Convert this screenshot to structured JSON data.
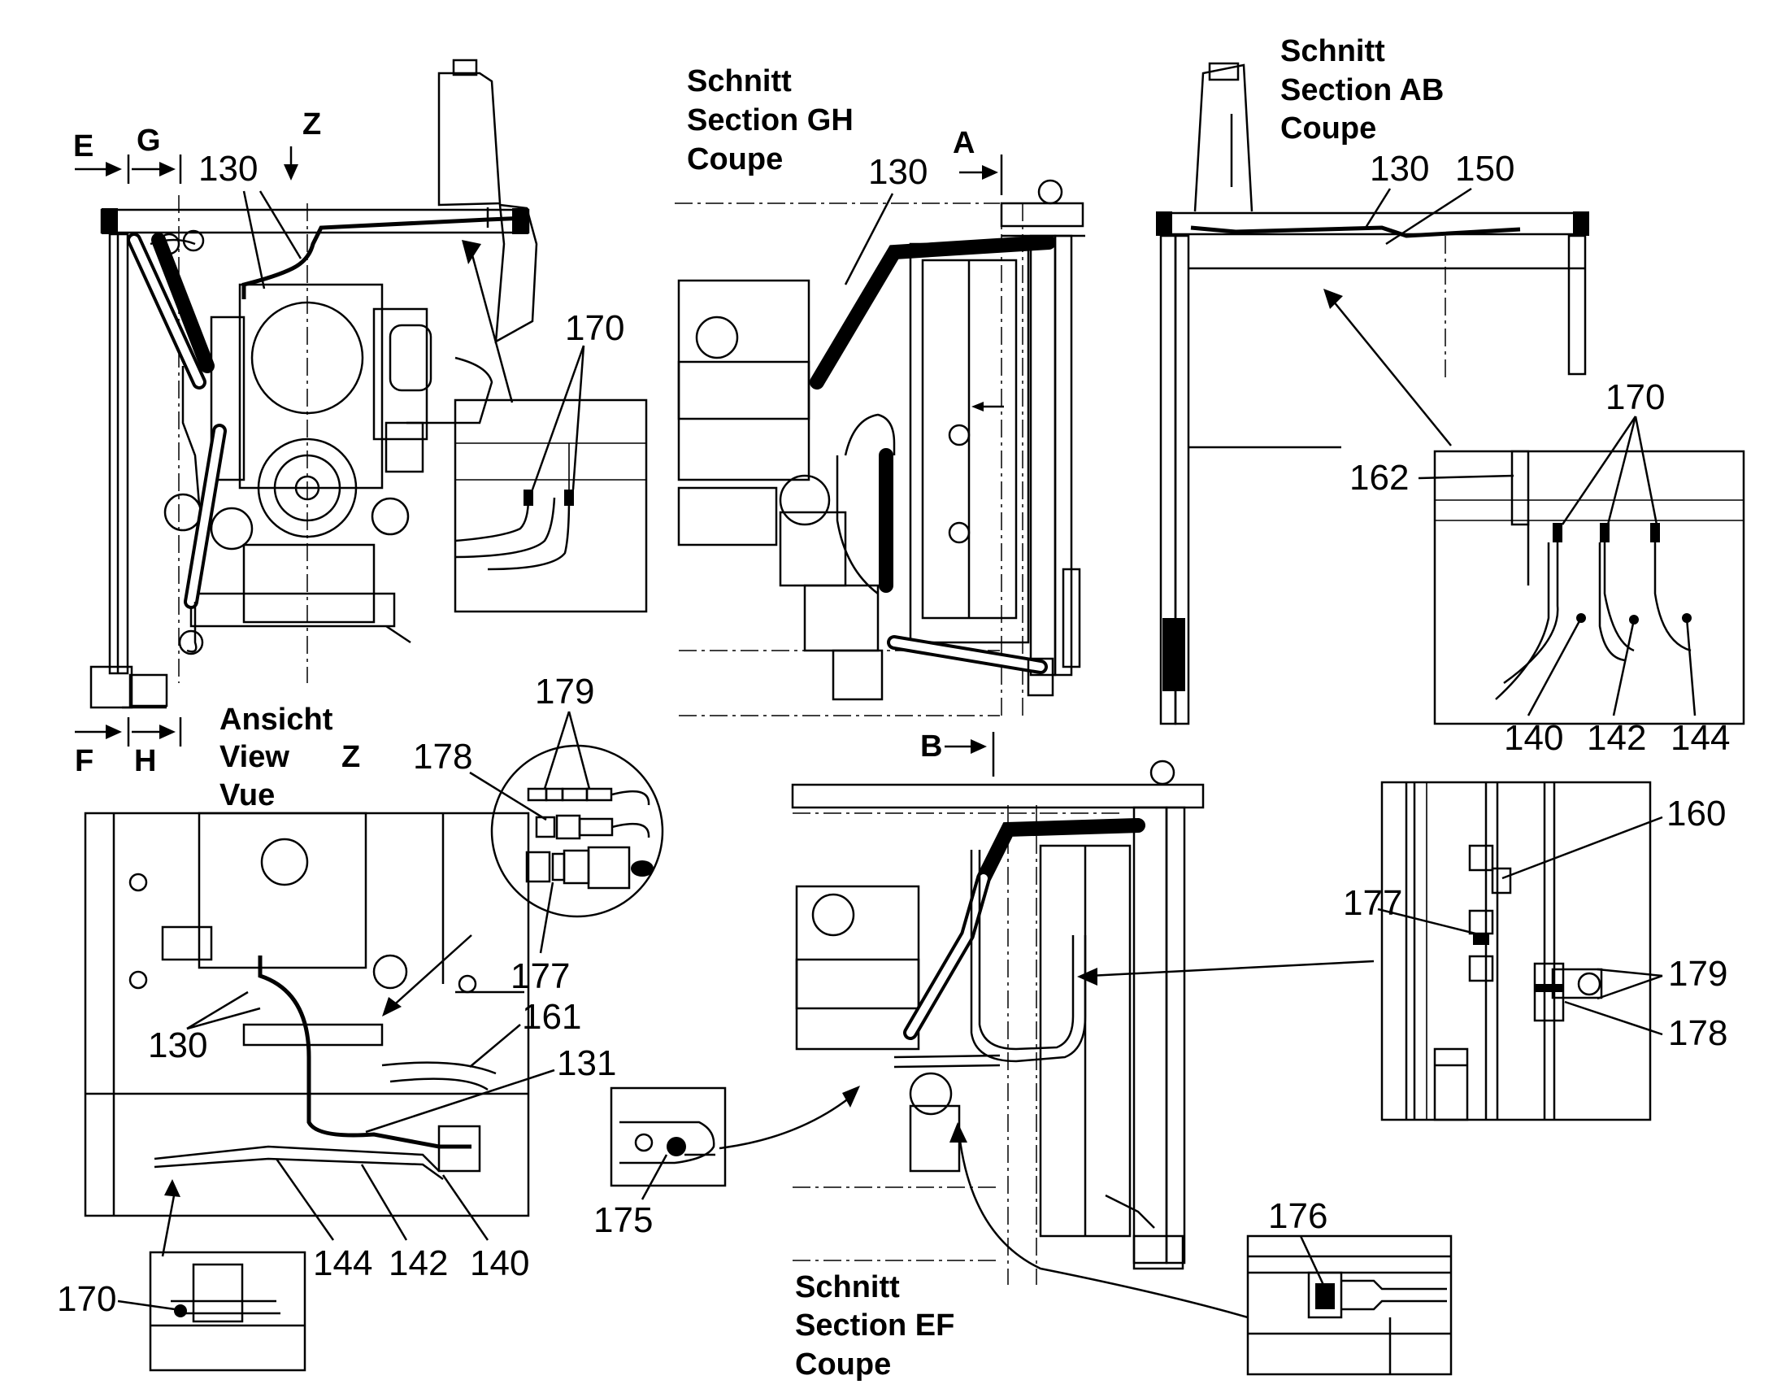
{
  "section_titles": {
    "gh": [
      "Schnitt",
      "Section  GH",
      "Coupe"
    ],
    "ab": [
      "Schnitt",
      "Section AB",
      "Coupe"
    ],
    "ef": [
      "Schnitt",
      "Section  EF",
      "Coupe"
    ],
    "view_z": [
      "Ansicht",
      "View",
      "Z",
      "Vue"
    ]
  },
  "section_marks": {
    "e": "E",
    "g": "G",
    "f": "F",
    "h": "H",
    "z": "Z",
    "a": "A",
    "b": "B"
  },
  "callouts": {
    "c130_front": "130",
    "c170_front": "170",
    "c130_gh": "130",
    "c130_ab": "130",
    "c150_ab": "150",
    "c170_ab": "170",
    "c162_ab": "162",
    "c140_ab": "140",
    "c142_ab": "142",
    "c144_ab": "144",
    "c179_z": "179",
    "c178_z": "178",
    "c177_z": "177",
    "c130_z": "130",
    "c161_z": "161",
    "c131_z": "131",
    "c144_z": "144",
    "c142_z": "142",
    "c140_z": "140",
    "c170_z": "170",
    "c175": "175",
    "c160": "160",
    "c177_r": "177",
    "c179_r": "179",
    "c178_r": "178",
    "c176": "176"
  }
}
